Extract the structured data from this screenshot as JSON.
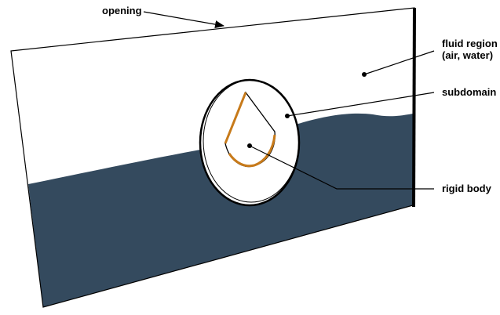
{
  "labels": {
    "opening": "opening",
    "fluid_region_line1": "fluid region",
    "fluid_region_line2": "(air, water)",
    "subdomain": "subdomain",
    "rigid_body": "rigid body"
  },
  "colors": {
    "water": "#344a5e",
    "rigid_body_edge": "#c77a1a",
    "outline": "#000000",
    "background": "#ffffff"
  }
}
